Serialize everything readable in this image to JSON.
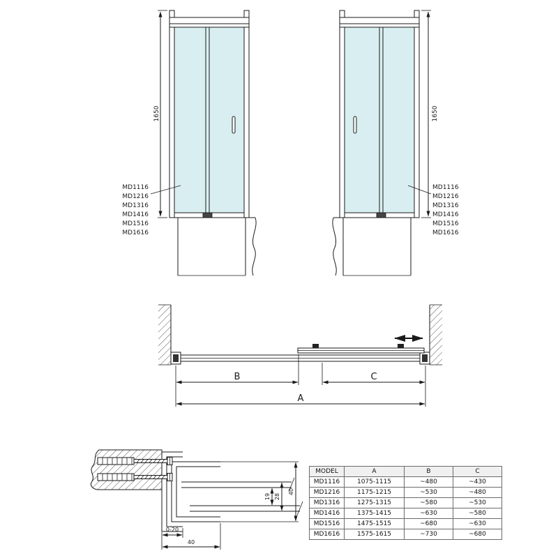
{
  "front_views": {
    "height_dim": "1650",
    "model_labels": [
      "MD1116",
      "MD1216",
      "MD1316",
      "MD1416",
      "MD1516",
      "MD1616"
    ]
  },
  "plan_view": {
    "dim_b": "B",
    "dim_c": "C",
    "dim_a": "A"
  },
  "detail_view": {
    "dim_adjust": "0-20",
    "dim_profile_width": "40",
    "dim_glass_gap": "19",
    "dim_inner_depth": "28",
    "dim_total_depth": "40"
  },
  "spec_table": {
    "headers": [
      "MODEL",
      "A",
      "B",
      "C"
    ],
    "rows": [
      {
        "model": "MD1116",
        "a": "1075-1115",
        "b": "~480",
        "c": "~430"
      },
      {
        "model": "MD1216",
        "a": "1175-1215",
        "b": "~530",
        "c": "~480"
      },
      {
        "model": "MD1316",
        "a": "1275-1315",
        "b": "~580",
        "c": "~530"
      },
      {
        "model": "MD1416",
        "a": "1375-1415",
        "b": "~630",
        "c": "~580"
      },
      {
        "model": "MD1516",
        "a": "1475-1515",
        "b": "~680",
        "c": "~630"
      },
      {
        "model": "MD1616",
        "a": "1575-1615",
        "b": "~730",
        "c": "~680"
      }
    ]
  },
  "colors": {
    "glass_fill": "#d9eef0",
    "line": "#1a1a1a"
  }
}
